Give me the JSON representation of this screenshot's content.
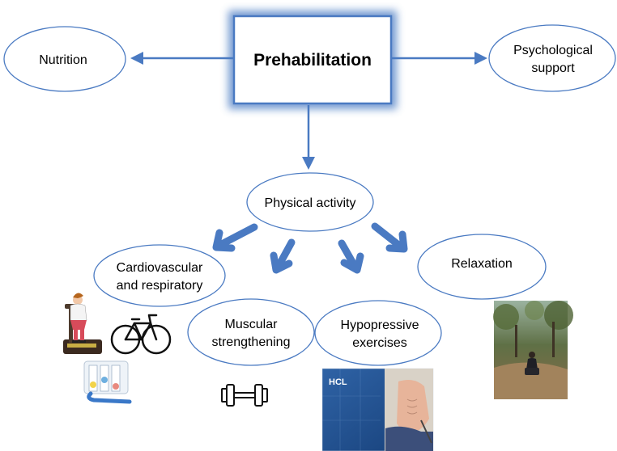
{
  "colors": {
    "accent": "#4a7ac2",
    "node_border": "#4a7ac2",
    "text": "#000000",
    "background": "#ffffff"
  },
  "nodes": {
    "center": "Prehabilitation",
    "nutrition": "Nutrition",
    "psychological": [
      "Psychological",
      "support"
    ],
    "physical": "Physical activity",
    "cardio": [
      "Cardiovascular",
      "and respiratory"
    ],
    "muscular": [
      "Muscular",
      "strengthening"
    ],
    "hypopressive": [
      "Hypopressive",
      "exercises"
    ],
    "relaxation": "Relaxation"
  },
  "images": {
    "treadmill": "treadmill-icon",
    "bicycle": "bicycle-icon",
    "spirometer": "spirometer-icon",
    "dumbbell": "dumbbell-icon",
    "hypopressive_photo": "hypopressive-photo",
    "hypopressive_photo_logo": "HCL",
    "relaxation_photo": "relaxation-photo"
  }
}
